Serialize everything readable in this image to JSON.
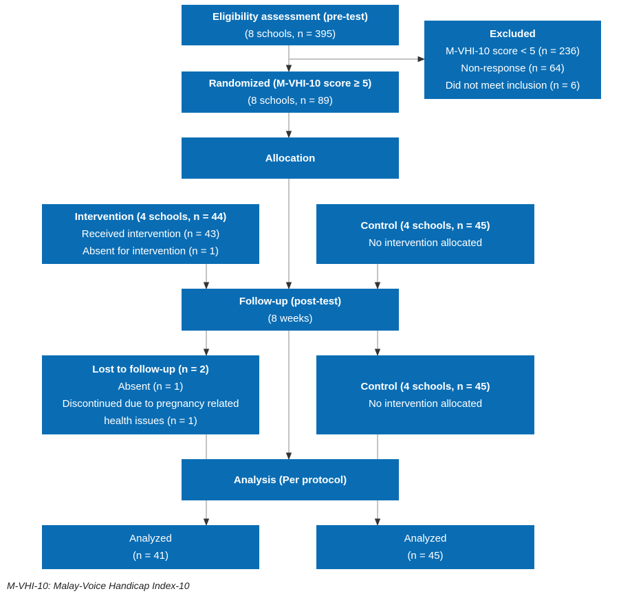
{
  "eligibility": {
    "title": "Eligibility assessment (pre-test)",
    "detail": "(8 schools, n = 395)"
  },
  "excluded": {
    "title": "Excluded",
    "lines": [
      "M-VHI-10 score < 5 (n = 236)",
      "Non-response (n = 64)",
      "Did not meet inclusion (n = 6)"
    ]
  },
  "randomized": {
    "title": "Randomized (M-VHI-10 score ≥ 5)",
    "detail": "(8 schools, n = 89)"
  },
  "allocation": {
    "title": "Allocation"
  },
  "intervention": {
    "title": "Intervention (4 schools, n = 44)",
    "lines": [
      "Received intervention (n = 43)",
      "Absent for intervention (n = 1)"
    ]
  },
  "control_allocation": {
    "title": "Control (4 schools, n = 45)",
    "lines": [
      "No intervention allocated"
    ]
  },
  "followup": {
    "title": "Follow-up (post-test)",
    "detail": "(8 weeks)"
  },
  "lost": {
    "title": "Lost to follow-up (n = 2)",
    "lines": [
      "Absent (n = 1)",
      "Discontinued due to pregnancy related",
      "health issues (n = 1)"
    ]
  },
  "control_followup": {
    "title": "Control (4 schools, n = 45)",
    "lines": [
      "No intervention allocated"
    ]
  },
  "analysis": {
    "title": "Analysis (Per protocol)"
  },
  "analyzed_left": {
    "label": "Analyzed",
    "detail": "(n = 41)"
  },
  "analyzed_right": {
    "label": "Analyzed",
    "detail": "(n = 45)"
  },
  "footnote": "M-VHI-10: Malay-Voice Handicap Index-10",
  "colors": {
    "box": "#0a6db4",
    "text": "#ffffff",
    "line": "#b0b0b0"
  }
}
